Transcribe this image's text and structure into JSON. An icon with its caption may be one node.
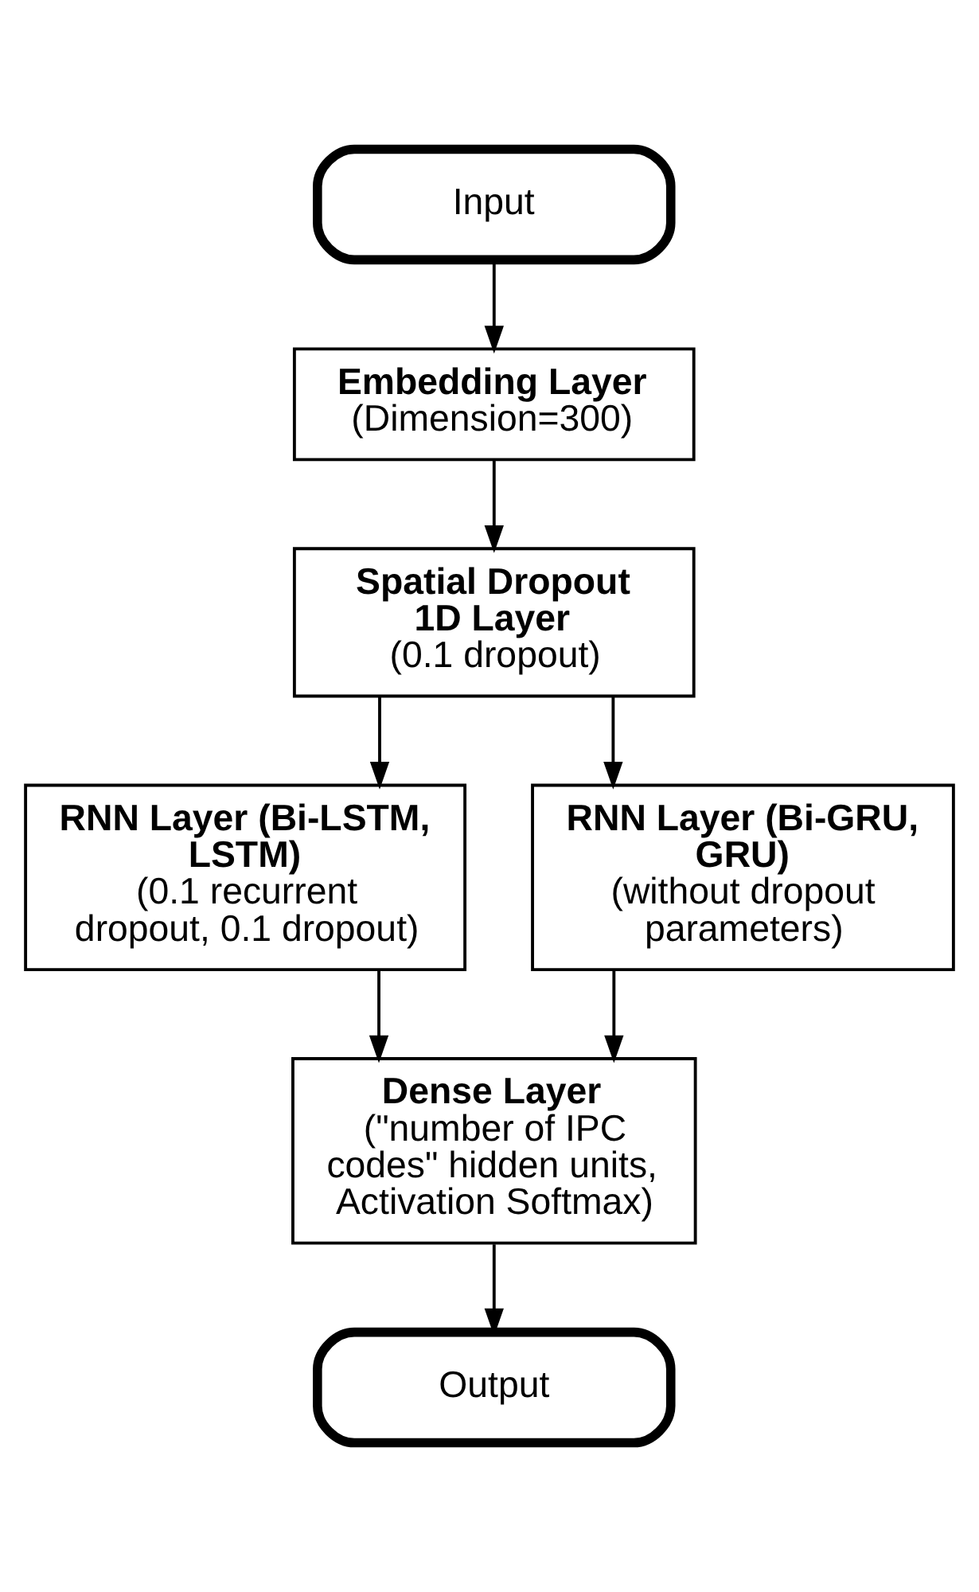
{
  "diagram": {
    "nodes": [
      {
        "text": [
          "Input"
        ]
      },
      {
        "text": [
          "Embedding Layer",
          "(Dimension=300)"
        ]
      },
      {
        "text": [
          "Spatial Dropout 1D Layer",
          "(0.1 dropout)"
        ]
      },
      {
        "text": [
          "RNN Layer (Bi-LSTM, LSTM)",
          "(0.1 recurrent dropout, 0.1 dropout)"
        ]
      },
      {
        "text": [
          "RNN Layer (Bi-GRU, GRU)",
          "(without dropout parameters)"
        ]
      },
      {
        "text": [
          "Dense Layer",
          "(\"number of IPC codes\" hidden units, Activation Softmax)"
        ]
      },
      {
        "text": [
          "Output"
        ]
      }
    ],
    "edges": [
      {
        "from": 0,
        "to": 1,
        "arrow": "to"
      },
      {
        "from": 1,
        "to": 2,
        "arrow": "to"
      },
      {
        "from": 2,
        "to": 3,
        "arrow": "to"
      },
      {
        "from": 2,
        "to": 4,
        "arrow": "to"
      },
      {
        "from": 3,
        "to": 5,
        "arrow": "to"
      },
      {
        "from": 4,
        "to": 5,
        "arrow": "to"
      },
      {
        "from": 5,
        "to": 6,
        "arrow": "to"
      }
    ]
  }
}
